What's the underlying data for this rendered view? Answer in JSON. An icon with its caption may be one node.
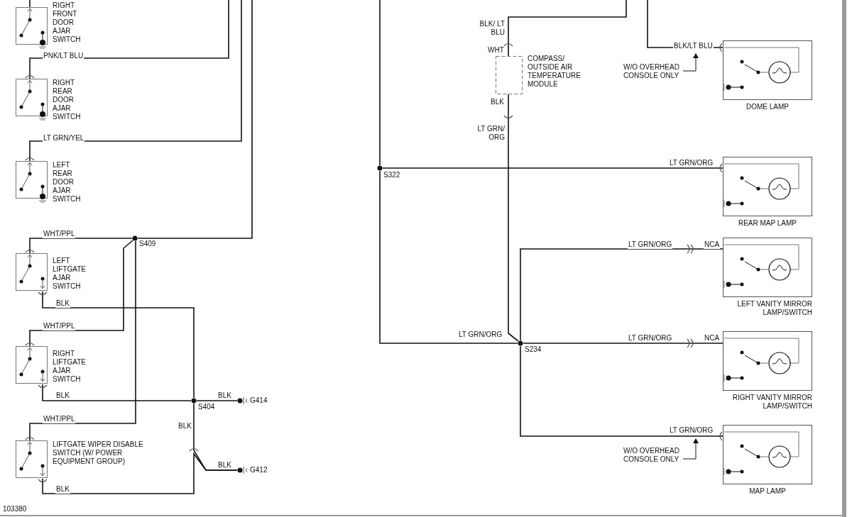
{
  "diagram": {
    "nodes": [
      {
        "text": [
          "RIGHT FRONT DOOR AJAR SWITCH"
        ]
      },
      {
        "text": [
          "RIGHT REAR DOOR AJAR SWITCH"
        ]
      },
      {
        "text": [
          "LEFT REAR DOOR AJAR SWITCH"
        ]
      },
      {
        "text": [
          "LEFT LIFTGATE AJAR SWITCH"
        ]
      },
      {
        "text": [
          "RIGHT LIFTGATE AJAR SWITCH"
        ]
      },
      {
        "text": [
          "LIFTGATE WIPER DISABLE SWITCH (W/ POWER EQUIPMENT GROUP)"
        ]
      },
      {
        "text": [
          "S409"
        ]
      },
      {
        "text": [
          "S404"
        ]
      },
      {
        "text": [
          "G414"
        ]
      },
      {
        "text": [
          "G412"
        ]
      },
      {
        "text": [
          "COMPASS/ OUTSIDE AIR TEMPERATURE MODULE"
        ]
      },
      {
        "text": [
          "S322"
        ]
      },
      {
        "text": [
          "S234"
        ]
      },
      {
        "text": [
          "DOME LAMP"
        ]
      },
      {
        "text": [
          "REAR MAP LAMP"
        ]
      },
      {
        "text": [
          "LEFT VANITY MIRROR LAMP/SWITCH"
        ]
      },
      {
        "text": [
          "RIGHT VANITY MIRROR LAMP/SWITCH"
        ]
      },
      {
        "text": [
          "MAP LAMP"
        ]
      },
      {
        "text": [
          "W/O OVERHEAD CONSOLE ONLY"
        ]
      },
      {
        "text": [
          "W/O OVERHEAD CONSOLE ONLY"
        ]
      }
    ],
    "edges": [
      {
        "from": 0,
        "to": null,
        "arrow": "none"
      },
      {
        "from": 1,
        "to": null,
        "arrow": "none",
        "label": "PNK/LT BLU"
      },
      {
        "from": 2,
        "to": null,
        "arrow": "none",
        "label": "LT GRN/YEL"
      },
      {
        "from": 6,
        "to": null,
        "arrow": "none"
      },
      {
        "from": 3,
        "to": 6,
        "arrow": "none",
        "label": "WHT/PPL"
      },
      {
        "from": 4,
        "to": 6,
        "arrow": "none",
        "label": "WHT/PPL"
      },
      {
        "from": 5,
        "to": 6,
        "arrow": "none",
        "label": "WHT/PPL"
      },
      {
        "from": 3,
        "to": 7,
        "arrow": "none",
        "label": "BLK"
      },
      {
        "from": 4,
        "to": 7,
        "arrow": "none",
        "label": "BLK"
      },
      {
        "from": 7,
        "to": 8,
        "arrow": "none",
        "label": "BLK"
      },
      {
        "from": 7,
        "to": 9,
        "arrow": "none",
        "label": "BLK"
      },
      {
        "from": 5,
        "to": 9,
        "arrow": "none",
        "label": "BLK"
      },
      {
        "from": 10,
        "to": null,
        "arrow": "none",
        "label": "BLK/ LT BLU"
      },
      {
        "from": 13,
        "to": null,
        "arrow": "none",
        "label": "BLK/LT BLU"
      },
      {
        "from": 11,
        "to": null,
        "arrow": "none"
      },
      {
        "from": 11,
        "to": 14,
        "arrow": "none",
        "label": "LT GRN/ORG"
      },
      {
        "from": 11,
        "to": 12,
        "arrow": "none",
        "label": "LT GRN/ORG"
      },
      {
        "from": 10,
        "to": 12,
        "arrow": "none",
        "label": "LT GRN/ ORG"
      },
      {
        "from": 12,
        "to": 15,
        "arrow": "none",
        "label": "LT GRN/ORG"
      },
      {
        "from": 12,
        "to": 16,
        "arrow": "none",
        "label": "LT GRN/ORG"
      },
      {
        "from": 12,
        "to": 17,
        "arrow": "none",
        "label": "LT GRN/ORG"
      },
      {
        "from": 18,
        "to": null,
        "arrow": "to"
      },
      {
        "from": 19,
        "to": null,
        "arrow": "to"
      }
    ],
    "labels": [
      "WHT",
      "BLK",
      "NCA",
      "NCA",
      "BLK",
      "103380"
    ]
  }
}
